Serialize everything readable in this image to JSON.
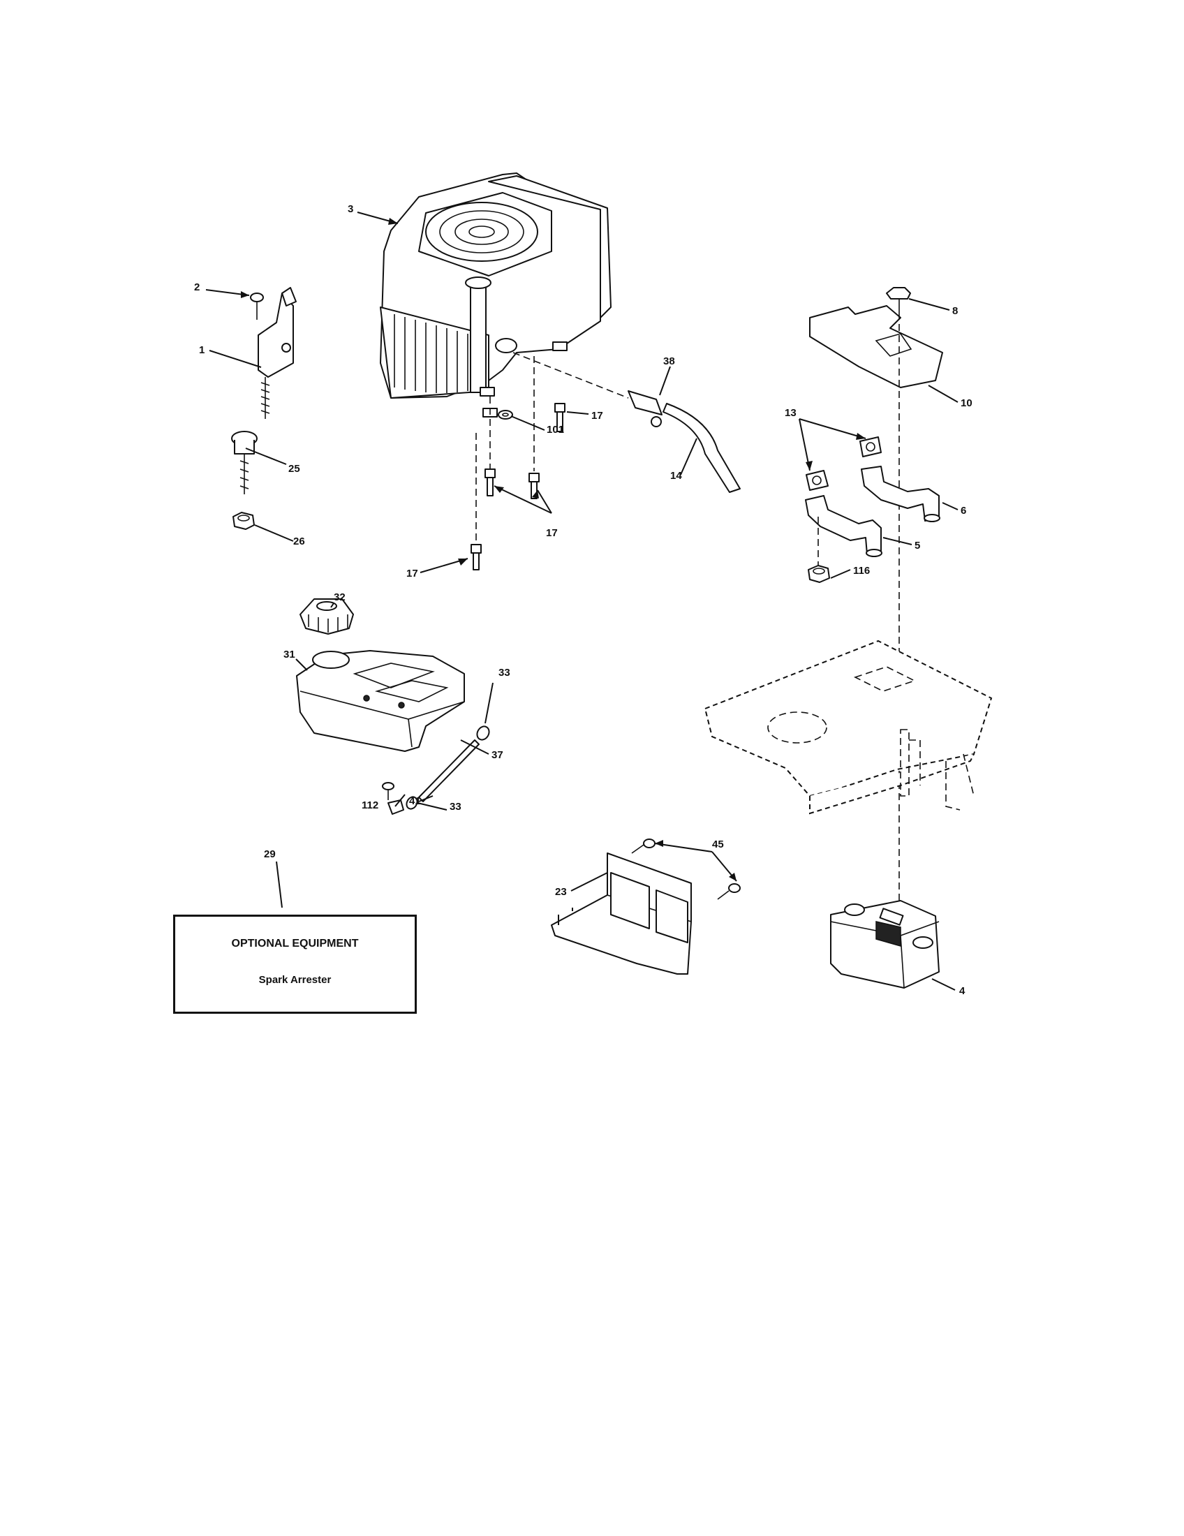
{
  "callouts": {
    "c1": "1",
    "c2": "2",
    "c3": "3",
    "c4": "4",
    "c5": "5",
    "c6": "6",
    "c8": "8",
    "c10": "10",
    "c13": "13",
    "c14": "14",
    "c17a": "17",
    "c17b": "17",
    "c17c": "17",
    "c23": "23",
    "c25": "25",
    "c26": "26",
    "c29": "29",
    "c31": "31",
    "c32": "32",
    "c33a": "33",
    "c33b": "33",
    "c37": "37",
    "c38": "38",
    "c41": "41",
    "c45": "45",
    "c101": "101",
    "c112": "112",
    "c116": "116"
  },
  "optional_box": {
    "title": "OPTIONAL EQUIPMENT",
    "item": "Spark Arrester"
  }
}
